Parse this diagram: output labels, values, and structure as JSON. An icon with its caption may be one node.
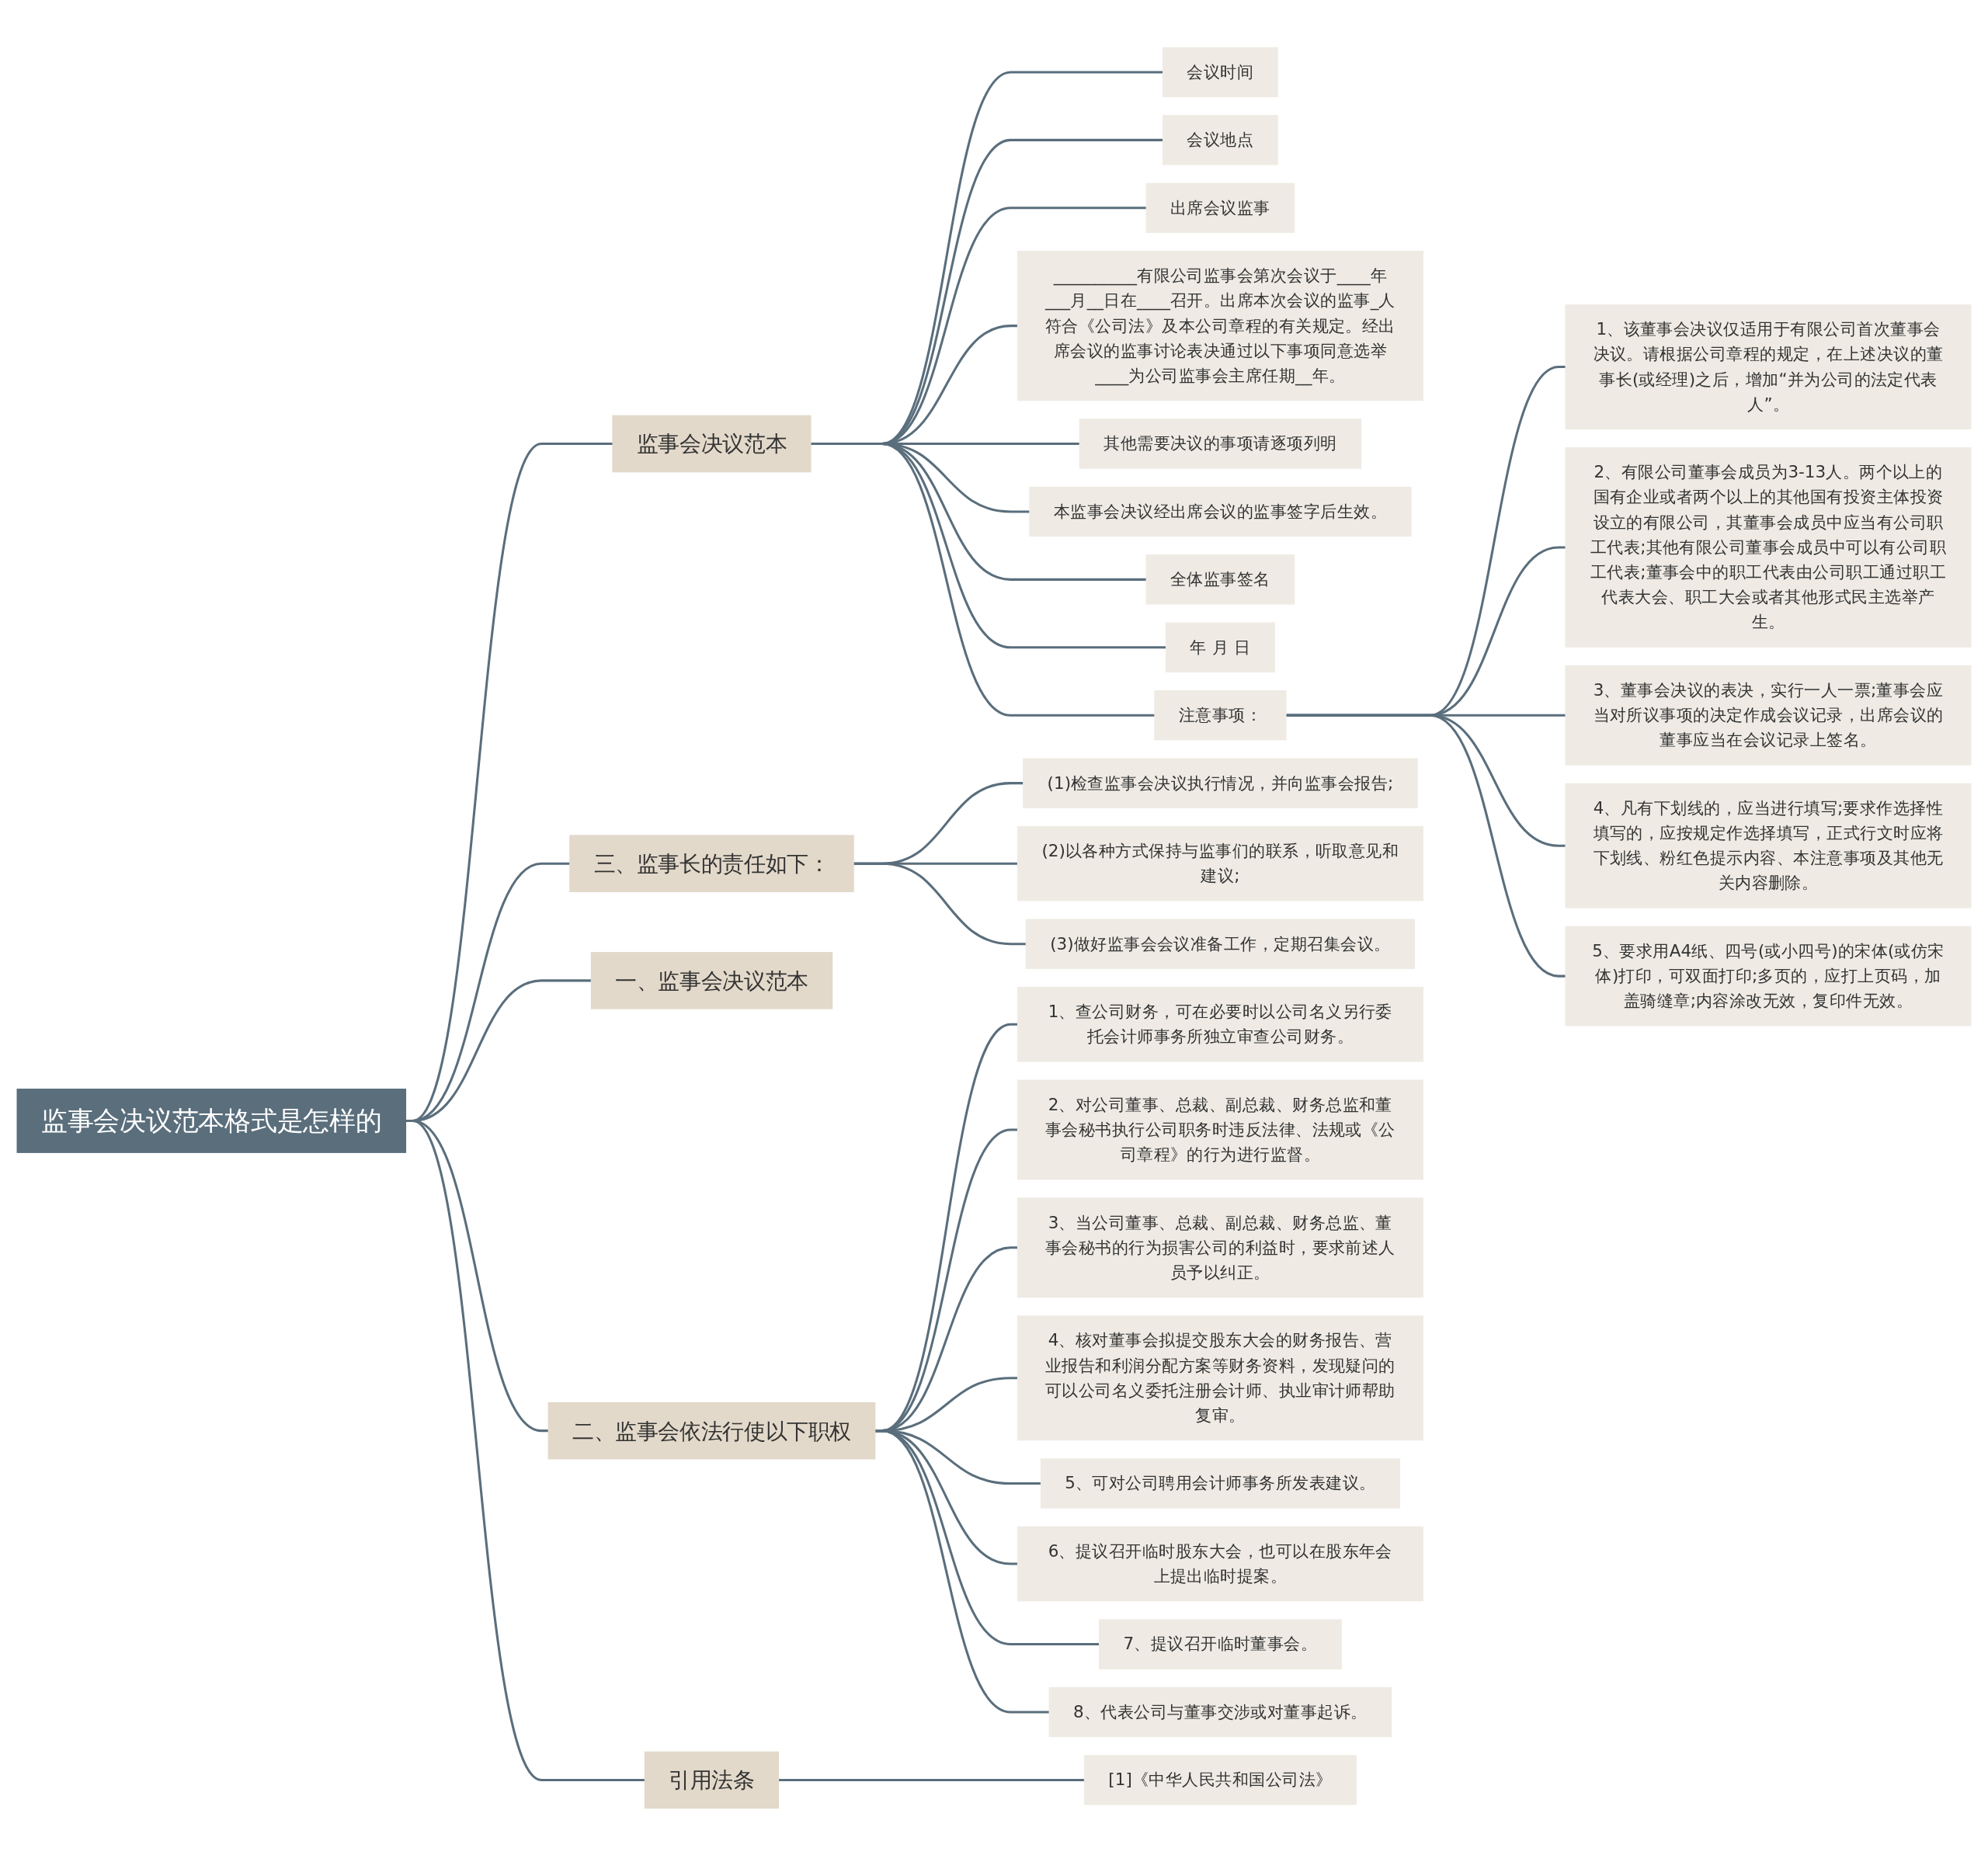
{
  "diagram": {
    "nodes": [
      {
        "text": [
          "监事会决议范本格式是怎样的"
        ]
      },
      {
        "text": [
          "监事会决议范本"
        ]
      },
      {
        "text": [
          "会议时间"
        ]
      },
      {
        "text": [
          "会议地点"
        ]
      },
      {
        "text": [
          "出席会议监事"
        ]
      },
      {
        "text": [
          "__________有限公司监事会第次会议于____年___月__日在____召开。出席本次会议的监事_人符合《公司法》及本公司章程的有关规定。经出席会议的监事讨论表决通过以下事项同意选举____为公司监事会主席任期__年。"
        ]
      },
      {
        "text": [
          "其他需要决议的事项请逐项列明"
        ]
      },
      {
        "text": [
          "本监事会决议经出席会议的监事签字后生效。"
        ]
      },
      {
        "text": [
          "全体监事签名"
        ]
      },
      {
        "text": [
          "年 月 日"
        ]
      },
      {
        "text": [
          "注意事项："
        ]
      },
      {
        "text": [
          "1、该董事会决议仅适用于有限公司首次董事会决议。请根据公司章程的规定，在上述决议的董事长(或经理)之后，增加“并为公司的法定代表人”。"
        ]
      },
      {
        "text": [
          "2、有限公司董事会成员为3-13人。两个以上的国有企业或者两个以上的其他国有投资主体投资设立的有限公司，其董事会成员中应当有公司职工代表;其他有限公司董事会成员中可以有公司职工代表;董事会中的职工代表由公司职工通过职工代表大会、职工大会或者其他形式民主选举产生。"
        ]
      },
      {
        "text": [
          "3、董事会决议的表决，实行一人一票;董事会应当对所议事项的决定作成会议记录，出席会议的董事应当在会议记录上签名。"
        ]
      },
      {
        "text": [
          "4、凡有下划线的，应当进行填写;要求作选择性填写的，应按规定作选择填写，正式行文时应将下划线、粉红色提示内容、本注意事项及其他无关内容删除。"
        ]
      },
      {
        "text": [
          "5、要求用A4纸、四号(或小四号)的宋体(或仿宋体)打印，可双面打印;多页的，应打上页码，加盖骑缝章;内容涂改无效，复印件无效。"
        ]
      },
      {
        "text": [
          "三、监事长的责任如下："
        ]
      },
      {
        "text": [
          "(1)检查监事会决议执行情况，并向监事会报告;"
        ]
      },
      {
        "text": [
          "(2)以各种方式保持与监事们的联系，听取意见和建议;"
        ]
      },
      {
        "text": [
          "(3)做好监事会会议准备工作，定期召集会议。"
        ]
      },
      {
        "text": [
          "一、监事会决议范本"
        ]
      },
      {
        "text": [
          "二、监事会依法行使以下职权"
        ]
      },
      {
        "text": [
          "1、查公司财务，可在必要时以公司名义另行委托会计师事务所独立审查公司财务。"
        ]
      },
      {
        "text": [
          "2、对公司董事、总裁、副总裁、财务总监和董事会秘书执行公司职务时违反法律、法规或《公司章程》的行为进行监督。"
        ]
      },
      {
        "text": [
          "3、当公司董事、总裁、副总裁、财务总监、董事会秘书的行为损害公司的利益时，要求前述人员予以纠正。"
        ]
      },
      {
        "text": [
          "4、核对董事会拟提交股东大会的财务报告、营业报告和利润分配方案等财务资料，发现疑问的可以公司名义委托注册会计师、执业审计师帮助复审。"
        ]
      },
      {
        "text": [
          "5、可对公司聘用会计师事务所发表建议。"
        ]
      },
      {
        "text": [
          "6、提议召开临时股东大会，也可以在股东年会上提出临时提案。"
        ]
      },
      {
        "text": [
          "7、提议召开临时董事会。"
        ]
      },
      {
        "text": [
          "8、代表公司与董事交涉或对董事起诉。"
        ]
      },
      {
        "text": [
          "引用法条"
        ]
      },
      {
        "text": [
          "[1]《中华人民共和国公司法》"
        ]
      }
    ],
    "edges": [
      {
        "from": 0,
        "to": 1,
        "arrow": "none"
      },
      {
        "from": 1,
        "to": 2,
        "arrow": "none"
      },
      {
        "from": 1,
        "to": 3,
        "arrow": "none"
      },
      {
        "from": 1,
        "to": 4,
        "arrow": "none"
      },
      {
        "from": 1,
        "to": 5,
        "arrow": "none"
      },
      {
        "from": 1,
        "to": 6,
        "arrow": "none"
      },
      {
        "from": 1,
        "to": 7,
        "arrow": "none"
      },
      {
        "from": 1,
        "to": 8,
        "arrow": "none"
      },
      {
        "from": 1,
        "to": 9,
        "arrow": "none"
      },
      {
        "from": 1,
        "to": 10,
        "arrow": "none"
      },
      {
        "from": 10,
        "to": 11,
        "arrow": "none"
      },
      {
        "from": 10,
        "to": 12,
        "arrow": "none"
      },
      {
        "from": 10,
        "to": 13,
        "arrow": "none"
      },
      {
        "from": 10,
        "to": 14,
        "arrow": "none"
      },
      {
        "from": 10,
        "to": 15,
        "arrow": "none"
      },
      {
        "from": 0,
        "to": 16,
        "arrow": "none"
      },
      {
        "from": 16,
        "to": 17,
        "arrow": "none"
      },
      {
        "from": 16,
        "to": 18,
        "arrow": "none"
      },
      {
        "from": 16,
        "to": 19,
        "arrow": "none"
      },
      {
        "from": 0,
        "to": 20,
        "arrow": "none"
      },
      {
        "from": 0,
        "to": 21,
        "arrow": "none"
      },
      {
        "from": 21,
        "to": 22,
        "arrow": "none"
      },
      {
        "from": 21,
        "to": 23,
        "arrow": "none"
      },
      {
        "from": 21,
        "to": 24,
        "arrow": "none"
      },
      {
        "from": 21,
        "to": 25,
        "arrow": "none"
      },
      {
        "from": 21,
        "to": 26,
        "arrow": "none"
      },
      {
        "from": 21,
        "to": 27,
        "arrow": "none"
      },
      {
        "from": 21,
        "to": 28,
        "arrow": "none"
      },
      {
        "from": 21,
        "to": 29,
        "arrow": "none"
      },
      {
        "from": 0,
        "to": 30,
        "arrow": "none"
      },
      {
        "from": 30,
        "to": 31,
        "arrow": "none"
      }
    ]
  }
}
